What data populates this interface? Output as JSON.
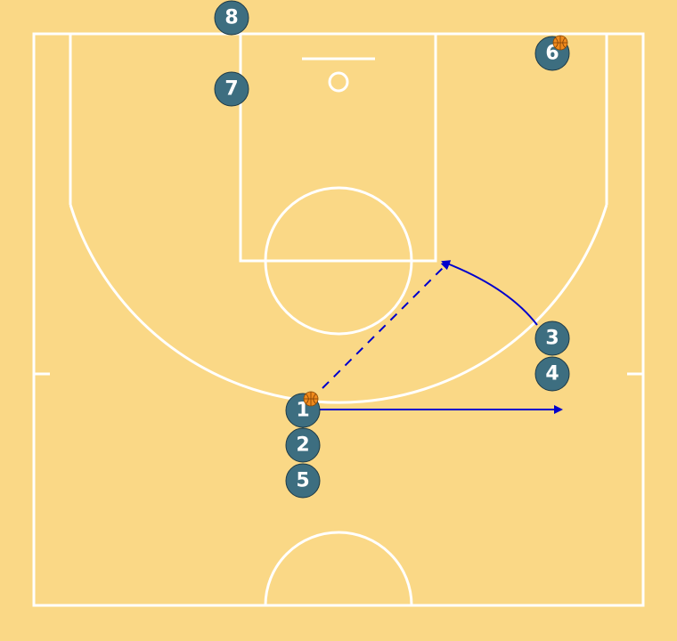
{
  "colors": {
    "court": "#fad886",
    "lines": "#ffffff",
    "player": "#3d6e80",
    "arrow": "#0000cc",
    "ball": "#f08a1c"
  },
  "players": [
    {
      "id": "8",
      "label": "8"
    },
    {
      "id": "7",
      "label": "7"
    },
    {
      "id": "6",
      "label": "6",
      "has_ball": true
    },
    {
      "id": "3",
      "label": "3"
    },
    {
      "id": "4",
      "label": "4"
    },
    {
      "id": "1",
      "label": "1",
      "has_ball": true
    },
    {
      "id": "2",
      "label": "2"
    },
    {
      "id": "5",
      "label": "5"
    }
  ],
  "actions": [
    {
      "type": "pass",
      "from": "1",
      "style": "dashed"
    },
    {
      "type": "cut",
      "from": "3",
      "style": "curved-solid"
    },
    {
      "type": "cut",
      "from": "1",
      "style": "straight-solid"
    }
  ]
}
